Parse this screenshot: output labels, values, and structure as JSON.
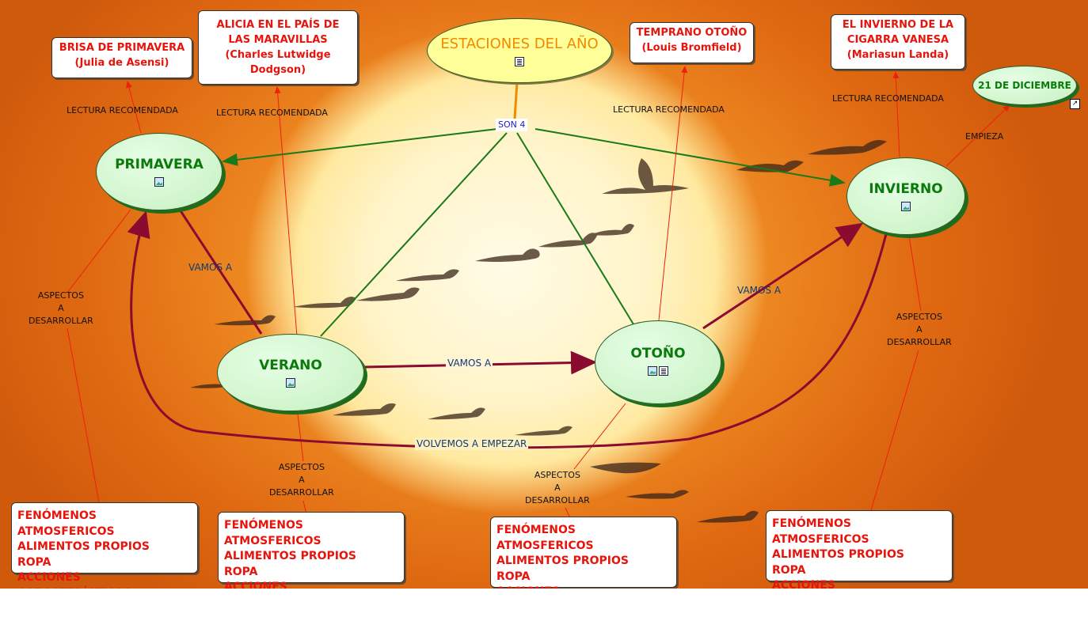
{
  "title": {
    "text": "ESTACIONES DEL AÑO",
    "icon": "document-icon"
  },
  "links": {
    "son": "SON 4",
    "vamos_a": "VAMOS A",
    "volvemos": "VOLVEMOS A EMPEZAR",
    "empieza": "EMPIEZA",
    "lectura": "LECTURA RECOMENDADA",
    "aspectos": [
      "ASPECTOS",
      "A",
      "DESARROLLAR"
    ]
  },
  "seasons": {
    "primavera": "PRIMAVERA",
    "verano": "VERANO",
    "otono": "OTOÑO",
    "invierno": "INVIERNO"
  },
  "date_node": "21 DE DICIEMBRE",
  "books": {
    "primavera": [
      "BRISA DE PRIMAVERA",
      "(Julia de Asensi)"
    ],
    "verano": [
      "ALICIA EN EL PAÍS DE",
      "LAS MARAVILLAS",
      "(Charles Lutwidge Dodgson)"
    ],
    "otono": [
      "TEMPRANO OTOÑO",
      "(Louis Bromfield)"
    ],
    "invierno": [
      "EL INVIERNO DE LA",
      "CIGARRA VANESA",
      "(Mariasun Landa)"
    ]
  },
  "aspect_items": [
    "FENÓMENOS ATMOSFERICOS",
    "ALIMENTOS PROPIOS",
    "ROPA",
    "ACCIONES CARACTERÍSTICAS"
  ],
  "colors": {
    "background": "#e8771a",
    "sun": "#fff6d0",
    "node_fill": "#c6f0c0",
    "node_text": "#0a7a0a",
    "title_fill": "#ffff99",
    "book_text": "#e8140c",
    "cycle_arrow": "#8a0a30",
    "green_line": "#1a7a1a",
    "red_line": "#ee2010"
  }
}
